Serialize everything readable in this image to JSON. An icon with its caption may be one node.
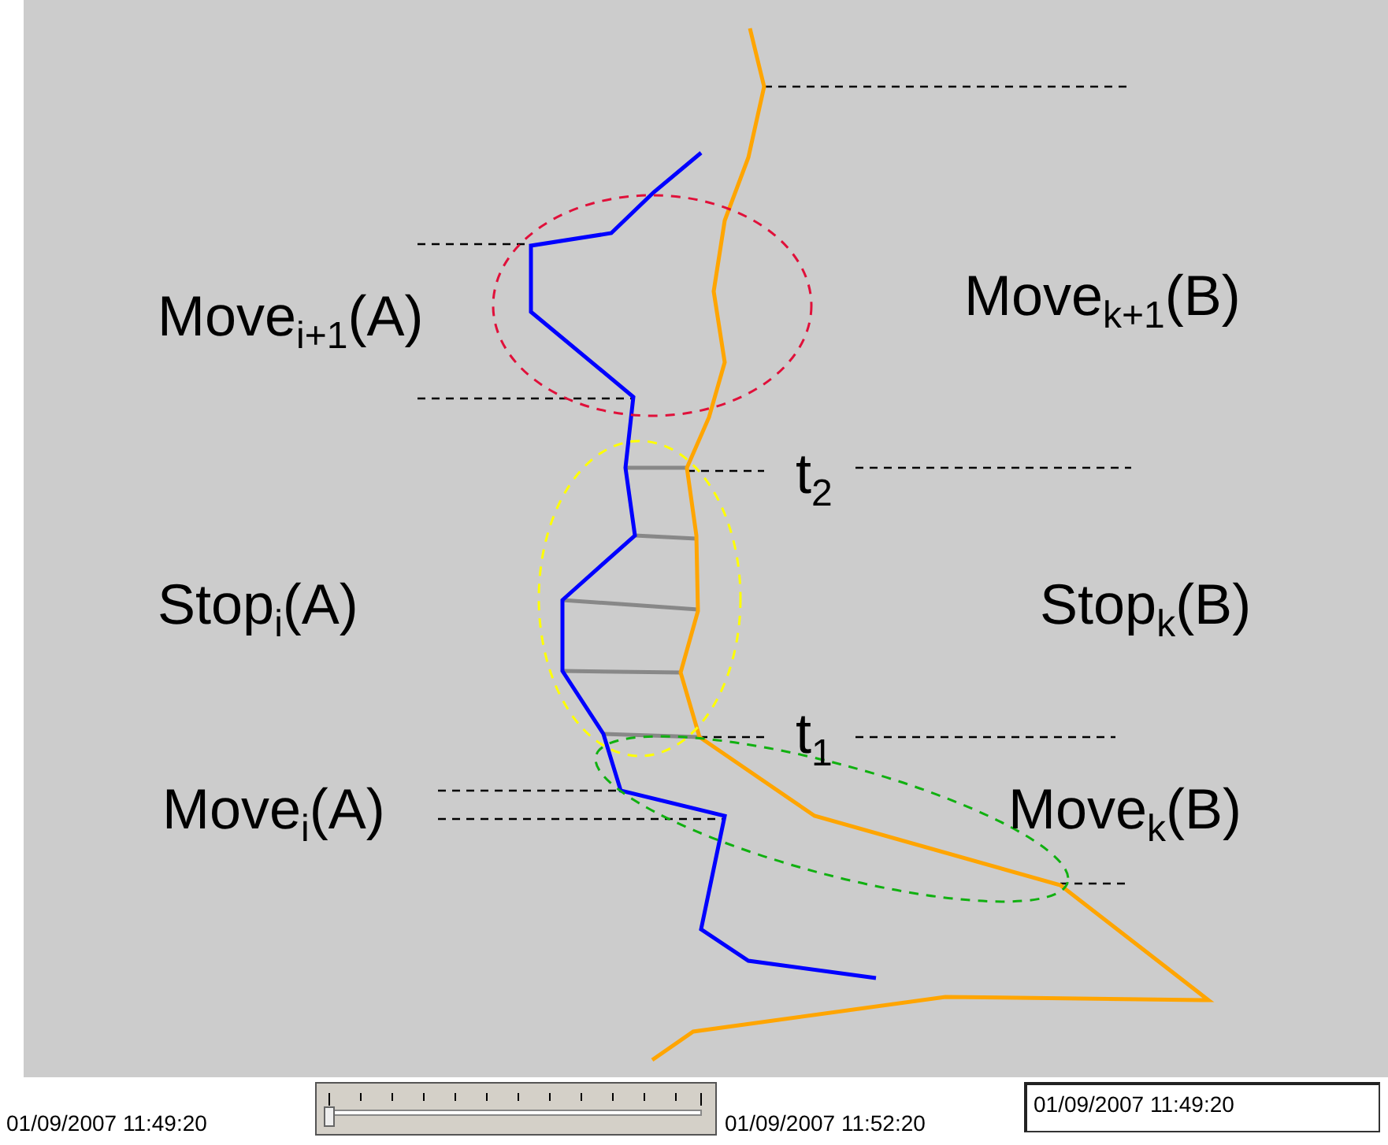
{
  "diagram": {
    "labels": [
      "Move$_{i+1}$(A)",
      "Move$_{k+1}$(B)",
      "t$_{2}$",
      "Stop$_{i}$(A)",
      "Stop$_{k}$(B)",
      "t$_{1}$",
      "Move$_{i}$(A)",
      "Move$_{k}$(B)",
      "01/09/2007 11:49:20",
      "01/09/2007 11:52:20",
      "01/09/2007 11:49:20"
    ]
  }
}
